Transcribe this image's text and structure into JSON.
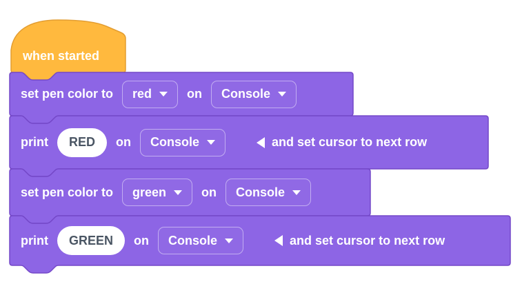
{
  "colors": {
    "block_purple": "#8d65e5",
    "block_purple_border": "#7448c8",
    "hat_orange": "#ffb93e",
    "hat_orange_border": "#e39d31",
    "input_text": "#4a5563",
    "text_white": "#ffffff",
    "canvas_bg": "#ffffff"
  },
  "icons": {
    "dropdown_caret": "caret-down-icon (white triangle pointing down)",
    "collapse_arrow": "triangle-left-icon (white triangle pointing left)"
  },
  "script": {
    "hat": {
      "label": "when started"
    },
    "set_pen_red": {
      "text_before": "set pen color to",
      "color_value": "red",
      "text_on": "on",
      "target_value": "Console"
    },
    "print_red": {
      "text_before": "print",
      "value": "RED",
      "text_on": "on",
      "target_value": "Console",
      "suffix": "and set cursor to next row"
    },
    "set_pen_green": {
      "text_before": "set pen color to",
      "color_value": "green",
      "text_on": "on",
      "target_value": "Console"
    },
    "print_green": {
      "text_before": "print",
      "value": "GREEN",
      "text_on": "on",
      "target_value": "Console",
      "suffix": "and set cursor to next row"
    }
  }
}
